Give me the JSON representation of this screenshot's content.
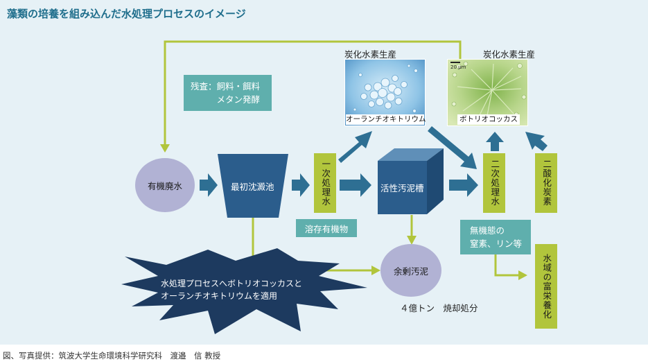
{
  "title": "藻類の培養を組み込んだ水処理プロセスのイメージ",
  "caption": "図、写真提供：筑波大学生命環境科学研究科　渡邉　信 教授",
  "nodes": {
    "organic_wastewater": "有機廃水",
    "primary_settling_tank": "最初沈澱池",
    "primary_treated_water": "一次処理水",
    "activated_sludge_tank": "活性汚泥槽",
    "secondary_treated_water": "二次処理水",
    "carbon_dioxide": "二酸化炭素",
    "residue": "残査：飼料・餌料\n　　　メタン発酵",
    "dissolved_organics": "溶存有機物",
    "excess_sludge": "余剰汚泥",
    "incineration": "４億トン　焼却処分",
    "inorganic_nutrients": "無機態の\n窒素、リン等",
    "eutrophication": "水域の富栄養化",
    "application": "水処理プロセスへボトリオコッカスと\nオーランチオキトリウムを適用"
  },
  "photos": {
    "left": {
      "heading": "炭化水素生産",
      "label": "オーランチオキトリウム"
    },
    "right": {
      "heading": "炭化水素生産",
      "label": "ボトリオコッカス",
      "scale": "20 µm"
    }
  },
  "colors": {
    "panel": "#e6f1f6",
    "title": "#1f6e8c",
    "teal_box": "#5fafad",
    "green_box": "#b1c53c",
    "circle": "#b1b2d4",
    "tank": "#2b5d8c",
    "star": "#1d3a5f",
    "arrow": "#2e6f93",
    "connector": "#b1c53c"
  }
}
